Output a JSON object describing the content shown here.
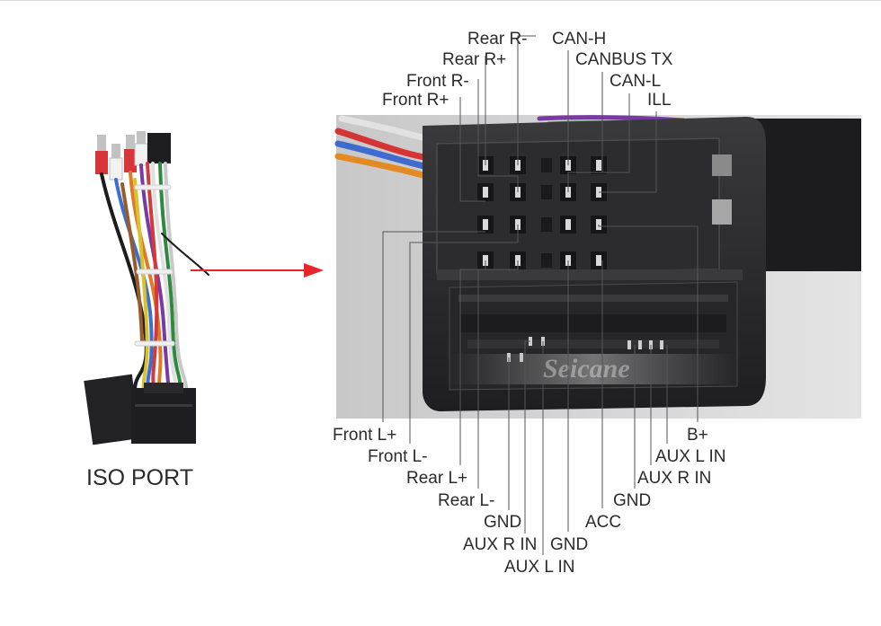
{
  "left_panel": {
    "caption": "ISO PORT"
  },
  "watermark": "Seicane",
  "colors": {
    "arrow": "#e8262a",
    "leader": "#555555",
    "housing": "#2a2a2c",
    "background_photo": "#c9c9c9"
  },
  "top_labels": [
    {
      "key": "rear_r_minus",
      "text": "Rear R-"
    },
    {
      "key": "rear_r_plus",
      "text": "Rear R+"
    },
    {
      "key": "front_r_minus",
      "text": "Front R-"
    },
    {
      "key": "front_r_plus",
      "text": "Front R+"
    },
    {
      "key": "can_h",
      "text": "CAN-H"
    },
    {
      "key": "canbus_tx",
      "text": "CANBUS TX"
    },
    {
      "key": "can_l",
      "text": "CAN-L"
    },
    {
      "key": "ill",
      "text": "ILL"
    }
  ],
  "bottom_labels": [
    {
      "key": "front_l_plus",
      "text": "Front L+"
    },
    {
      "key": "front_l_minus",
      "text": "Front L-"
    },
    {
      "key": "rear_l_plus",
      "text": "Rear L+"
    },
    {
      "key": "rear_l_minus",
      "text": "Rear L-"
    },
    {
      "key": "gnd_left",
      "text": "GND"
    },
    {
      "key": "aux_r_in_left",
      "text": "AUX R IN"
    },
    {
      "key": "aux_l_in_left",
      "text": "AUX L IN"
    },
    {
      "key": "gnd_mid",
      "text": "GND"
    },
    {
      "key": "acc",
      "text": "ACC"
    },
    {
      "key": "gnd_right",
      "text": "GND"
    },
    {
      "key": "aux_r_in_right",
      "text": "AUX R IN"
    },
    {
      "key": "aux_l_in_right",
      "text": "AUX L IN"
    },
    {
      "key": "b_plus",
      "text": "B+"
    }
  ]
}
